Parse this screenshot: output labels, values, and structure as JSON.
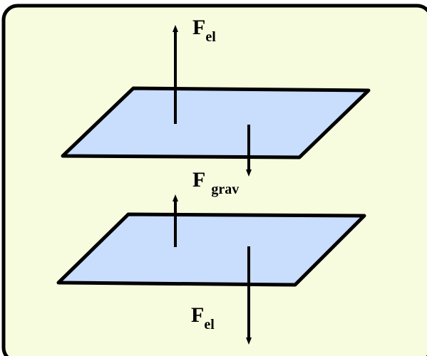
{
  "diagram": {
    "colors": {
      "panel_fill": "#f8fcdf",
      "plate_fill": "#c9ddfc",
      "stroke": "#000000"
    },
    "labels": {
      "top_force": {
        "main": "F",
        "sub": "el"
      },
      "middle_force": {
        "main": "F",
        "sub": "grav"
      },
      "bottom_force": {
        "main": "F",
        "sub": "el"
      }
    }
  }
}
